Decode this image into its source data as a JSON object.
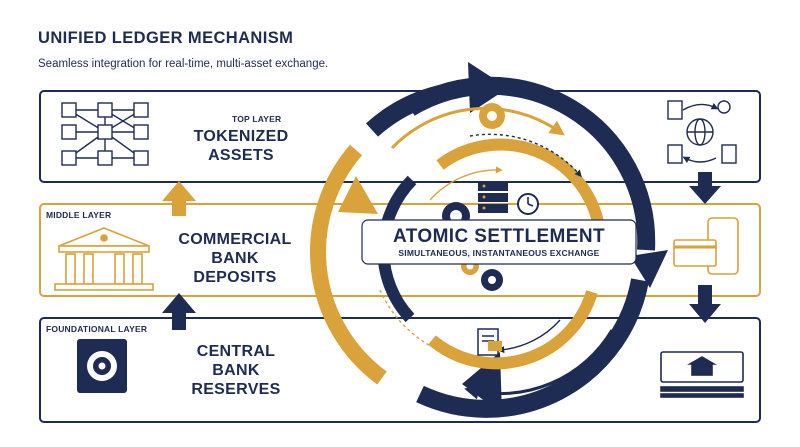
{
  "header": {
    "title": "UNIFIED LEDGER MECHANISM",
    "subtitle": "Seamless integration for real-time, multi-asset exchange."
  },
  "layers": {
    "top": {
      "label": "TOP LAYER",
      "title_lines": [
        "TOKENIZED",
        "ASSETS"
      ]
    },
    "middle": {
      "label": "MIDDLE LAYER",
      "title_lines": [
        "COMMERCIAL",
        "BANK",
        "DEPOSITS"
      ]
    },
    "foundational": {
      "label": "FOUNDATIONAL LAYER",
      "title_lines": [
        "CENTRAL",
        "BANK",
        "RESERVES"
      ]
    }
  },
  "center": {
    "title": "ATOMIC SETTLEMENT",
    "subtitle": "SIMULTANEOUS, INSTANTANEOUS EXCHANGE"
  },
  "colors": {
    "navy": "#1e2b53",
    "gold": "#d9a23a",
    "white": "#ffffff"
  }
}
